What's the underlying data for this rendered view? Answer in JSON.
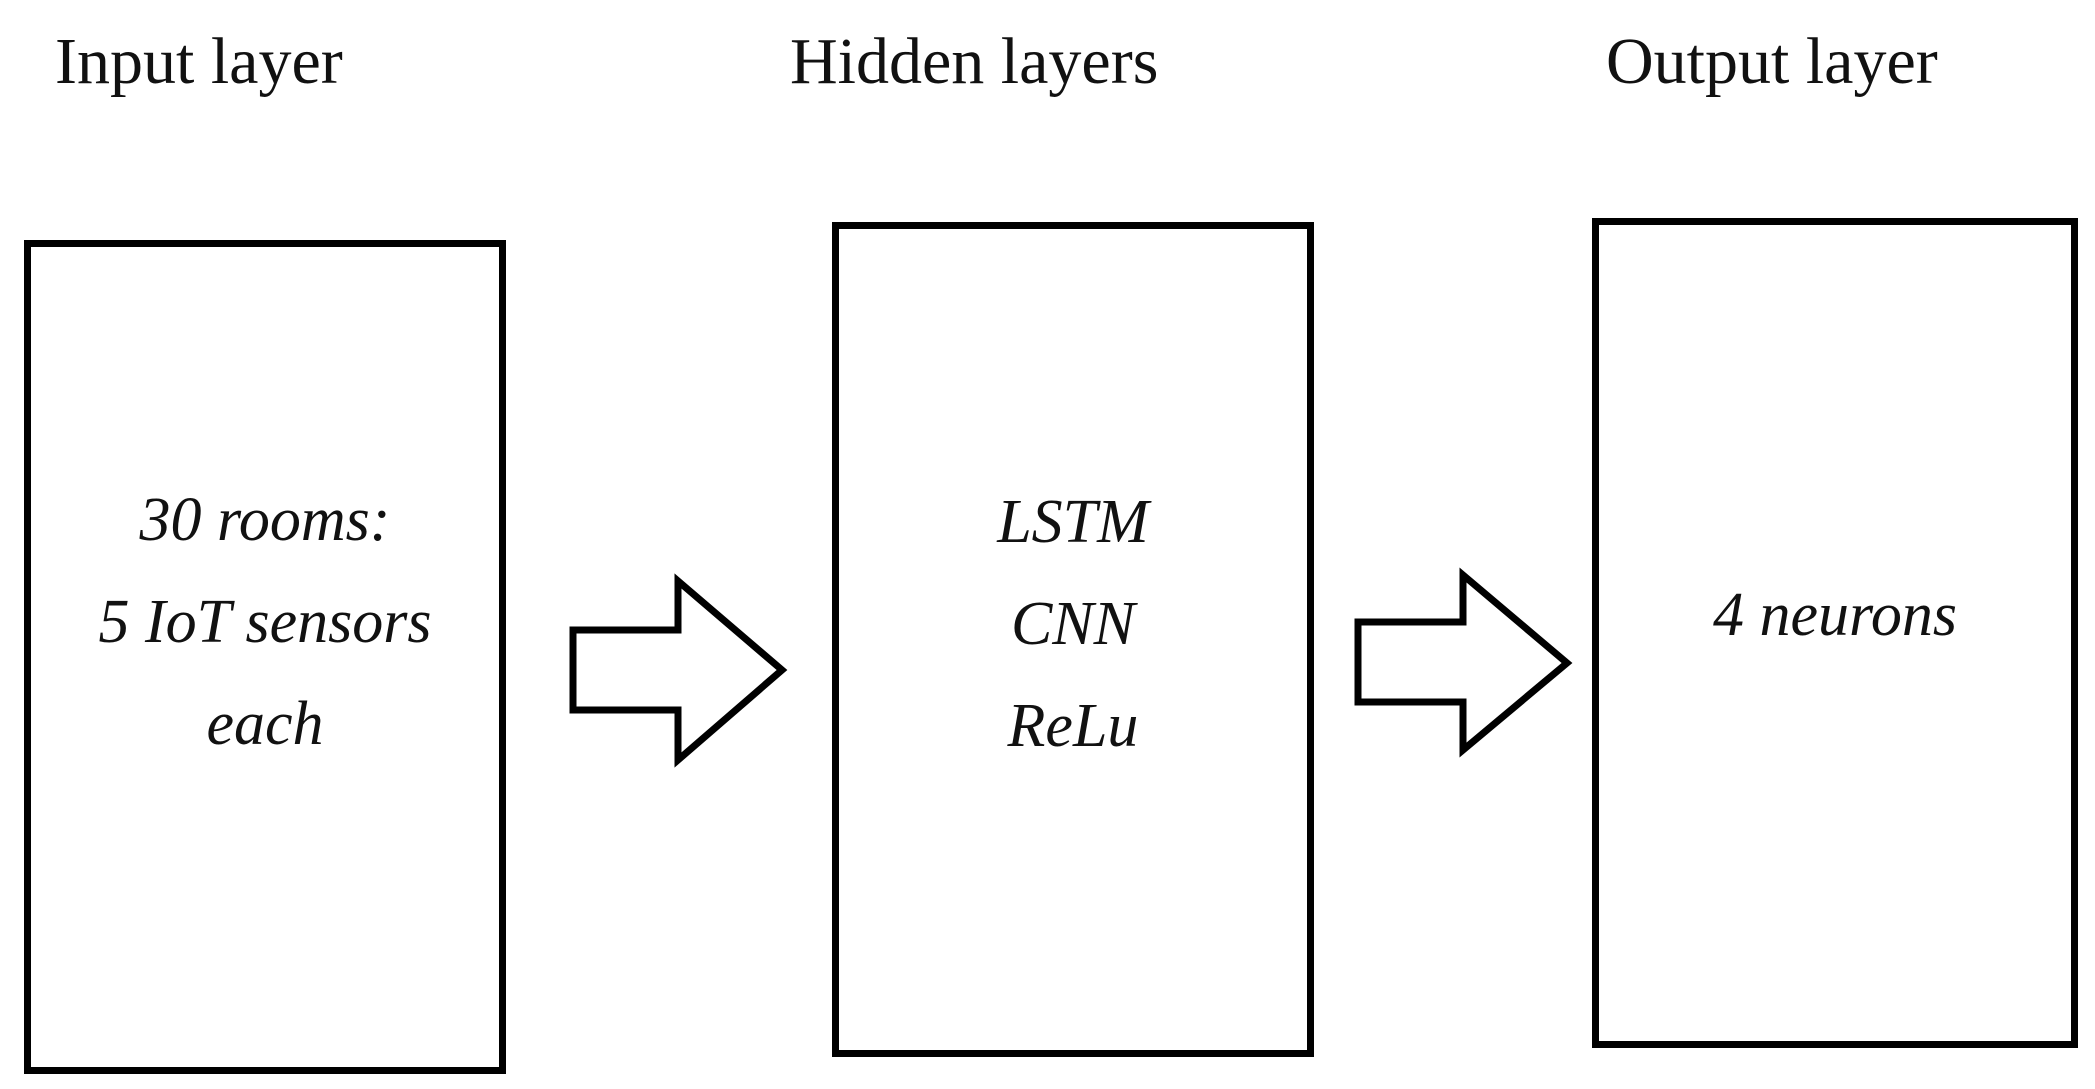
{
  "layers": [
    {
      "heading": "Input layer",
      "lines": [
        "30 rooms:",
        "5 IoT sensors",
        "each"
      ]
    },
    {
      "heading": "Hidden layers",
      "lines": [
        "LSTM",
        "CNN",
        "ReLu"
      ]
    },
    {
      "heading": "Output layer",
      "lines": [
        "4 neurons"
      ]
    }
  ],
  "colors": {
    "stroke": "#000000",
    "background": "#ffffff",
    "text": "#111111"
  },
  "connectors": [
    {
      "from": "Input layer",
      "to": "Hidden layers",
      "shape": "block-arrow-right"
    },
    {
      "from": "Hidden layers",
      "to": "Output layer",
      "shape": "block-arrow-right"
    }
  ]
}
